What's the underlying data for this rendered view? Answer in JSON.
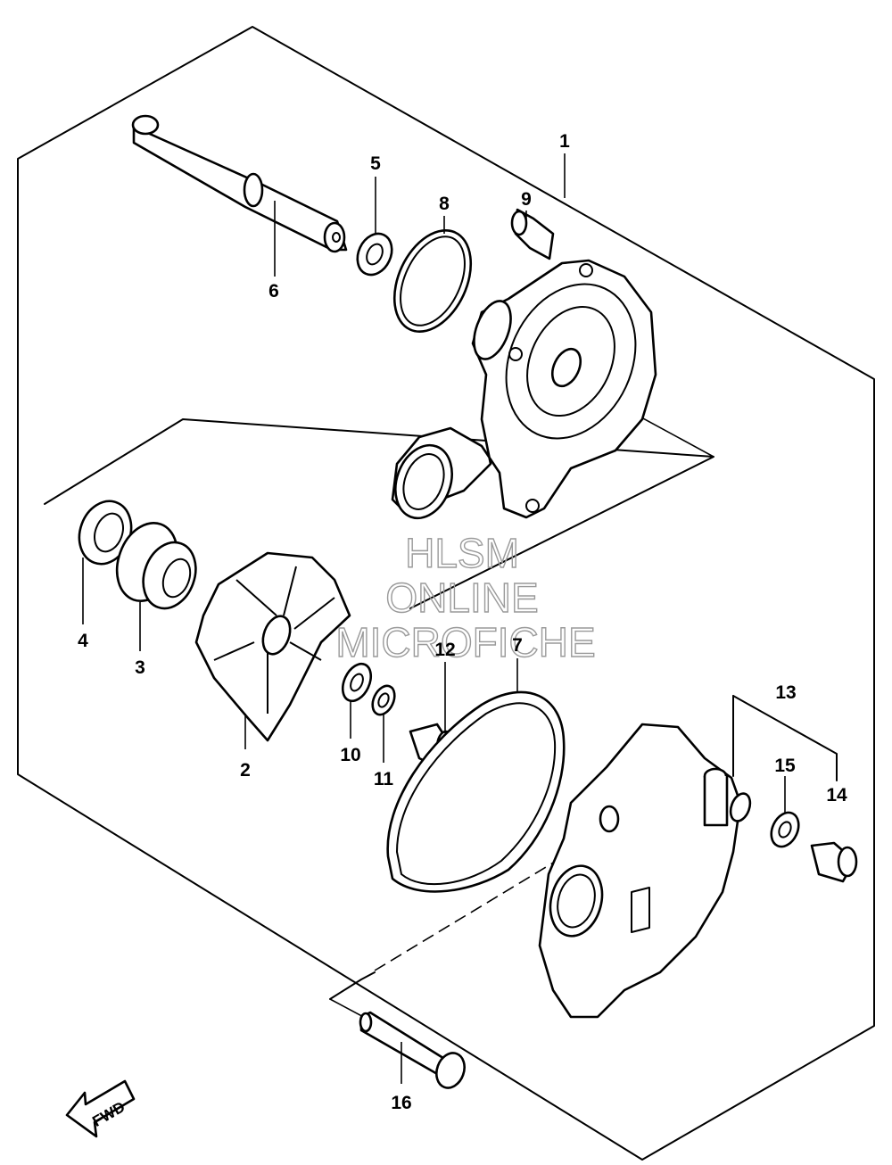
{
  "watermark": {
    "line1": "HLSM",
    "line2": "ONLINE",
    "line3": "MICROFICHE"
  },
  "fwd_label": "FWD",
  "callouts": [
    {
      "id": "1",
      "label": "1"
    },
    {
      "id": "2",
      "label": "2"
    },
    {
      "id": "3",
      "label": "3"
    },
    {
      "id": "4",
      "label": "4"
    },
    {
      "id": "5",
      "label": "5"
    },
    {
      "id": "6",
      "label": "6"
    },
    {
      "id": "7",
      "label": "7"
    },
    {
      "id": "8",
      "label": "8"
    },
    {
      "id": "9",
      "label": "9"
    },
    {
      "id": "10",
      "label": "10"
    },
    {
      "id": "11",
      "label": "11"
    },
    {
      "id": "12",
      "label": "12"
    },
    {
      "id": "13",
      "label": "13"
    },
    {
      "id": "14",
      "label": "14"
    },
    {
      "id": "15",
      "label": "15"
    },
    {
      "id": "16",
      "label": "16"
    }
  ],
  "colors": {
    "line": "#000000",
    "watermark": "#9a9a9a",
    "background": "#ffffff"
  }
}
